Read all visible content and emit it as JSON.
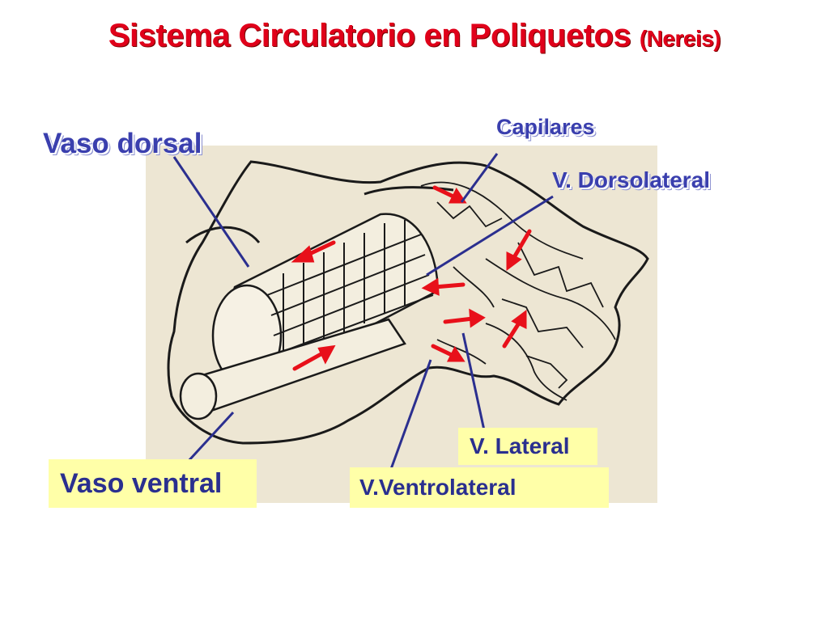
{
  "title": {
    "main": "Sistema Circulatorio en Poliquetos",
    "sub": "(Nereis)"
  },
  "labels": {
    "vaso_dorsal": "Vaso dorsal",
    "capilares": "Capilares",
    "v_dorsolateral": "V. Dorsolateral",
    "v_lateral": "V. Lateral",
    "vaso_ventral": "Vaso ventral",
    "v_ventrolateral": "V.Ventrolateral"
  },
  "colors": {
    "title": "#e0001a",
    "label_text": "#3a3fae",
    "label_box": "#ffffa8",
    "pointer_line": "#2b2f8f",
    "flow_arrow": "#e8101a",
    "illustration_bg": "#ede6d3"
  }
}
